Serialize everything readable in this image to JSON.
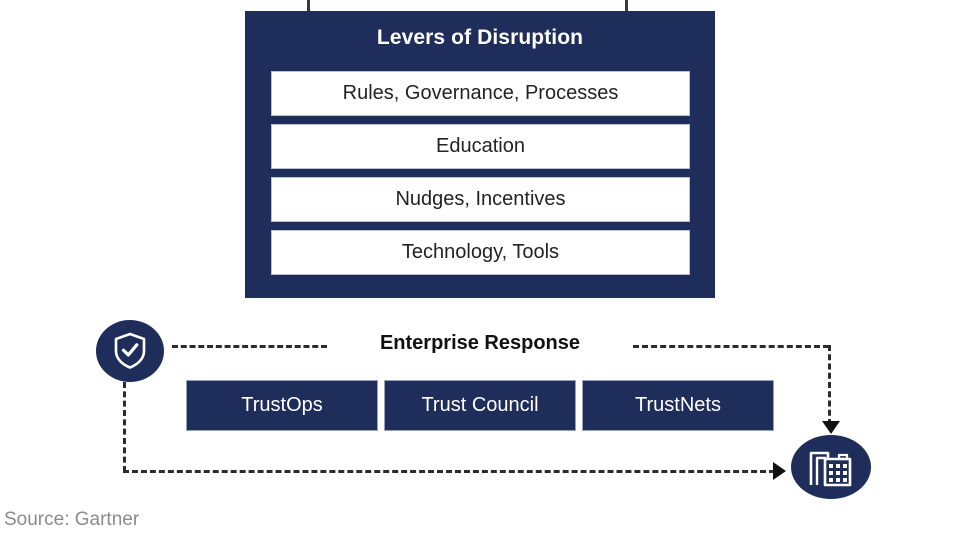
{
  "diagram": {
    "levers": {
      "title": "Levers of Disruption",
      "items": [
        {
          "label": "Rules, Governance, Processes"
        },
        {
          "label": "Education"
        },
        {
          "label": "Nudges, Incentives"
        },
        {
          "label": "Technology, Tools"
        }
      ]
    },
    "enterprise_response": {
      "title": "Enterprise Response",
      "boxes": [
        {
          "label": "TrustOps"
        },
        {
          "label": "Trust Council"
        },
        {
          "label": "TrustNets"
        }
      ],
      "icons": [
        {
          "name": "shield-check-icon",
          "meaning": "shield with checkmark"
        },
        {
          "name": "buildings-icon",
          "meaning": "enterprise buildings"
        }
      ]
    },
    "source": "Source: Gartner",
    "colors": {
      "navy": "#1e2d5a",
      "panel_text": "#ffffff",
      "item_text": "#232323",
      "connector": "#2b2b2b",
      "source_text": "#8b8b8b",
      "white": "#ffffff"
    }
  }
}
